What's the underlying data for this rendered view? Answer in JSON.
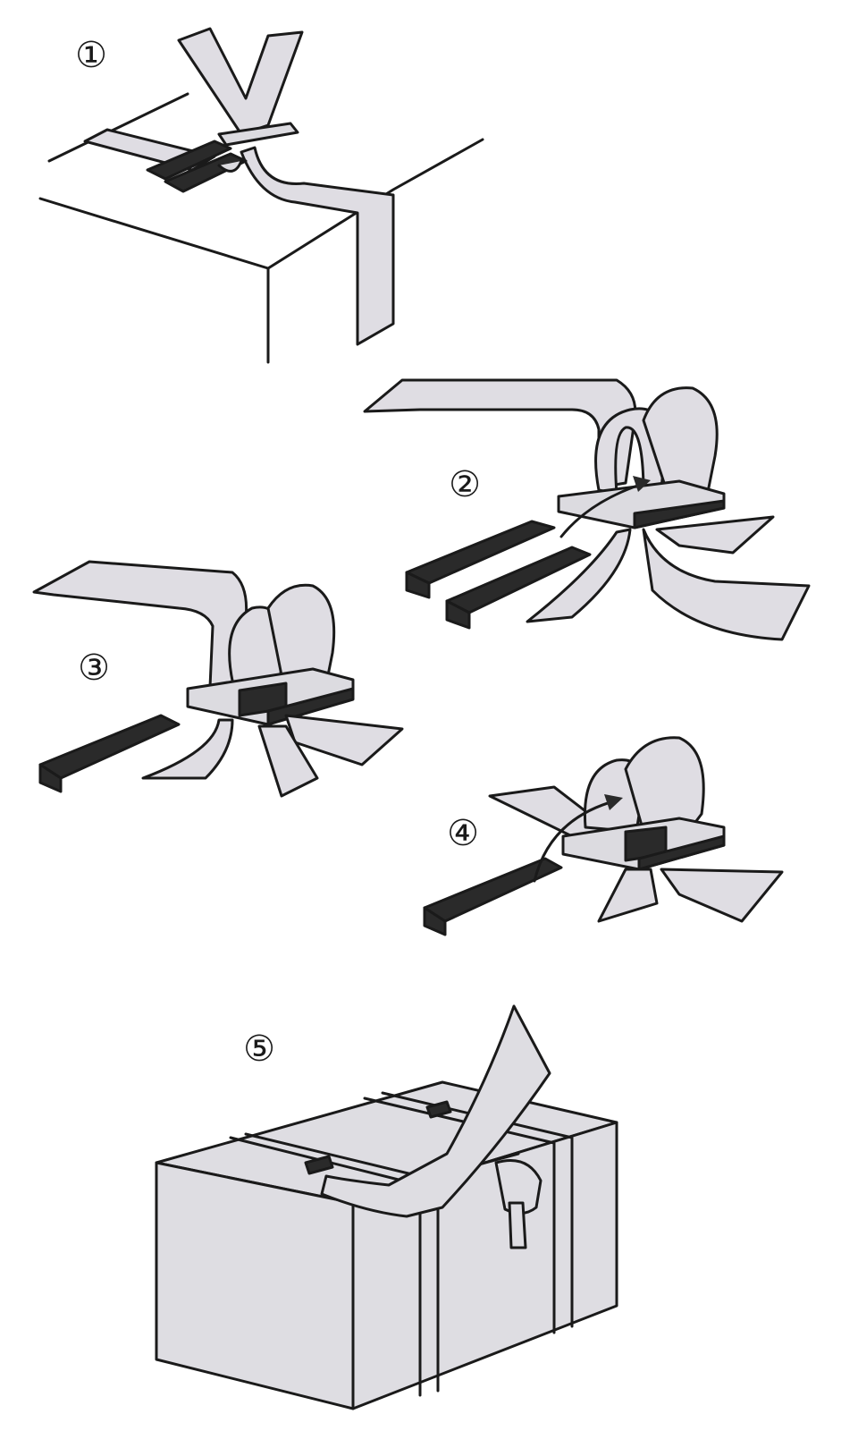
{
  "steps": [
    {
      "label": "①"
    },
    {
      "label": "②"
    },
    {
      "label": "③"
    },
    {
      "label": "④"
    },
    {
      "label": "⑤"
    }
  ]
}
